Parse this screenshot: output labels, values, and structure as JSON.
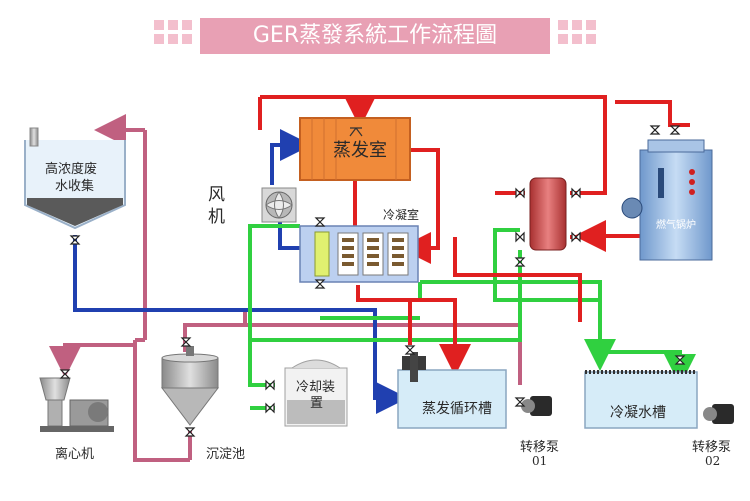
{
  "title": "GER蒸發系統工作流程圖",
  "labels": {
    "evaporation_chamber": "蒸发室",
    "condensation_chamber": "冷凝室",
    "fan_line1": "风",
    "fan_line2": "机",
    "gas_boiler": "燃气锅炉",
    "waste_tank_line1": "高浓度废",
    "waste_tank_line2": "水收集",
    "cooling_line1": "冷却装",
    "cooling_line2": "置",
    "circulation_tank": "蒸发循环槽",
    "condensate_tank": "冷凝水槽",
    "transfer_pump1_line1": "转移泵",
    "transfer_pump1_line2": "01",
    "transfer_pump2_line1": "转移泵",
    "transfer_pump2_line2": "02",
    "centrifuge": "离心机",
    "settling_tank": "沉淀池"
  },
  "colors": {
    "title_bar": "#e8a0b4",
    "red_pipe": "#e02020",
    "green_pipe": "#30d040",
    "blue_pipe": "#2040b0",
    "pink_pipe": "#c06080",
    "evaporator": "#f08a3a",
    "heat_exchanger": "#d05050",
    "boiler": "#8eb6e6",
    "tank_water": "#d6ecf8"
  }
}
